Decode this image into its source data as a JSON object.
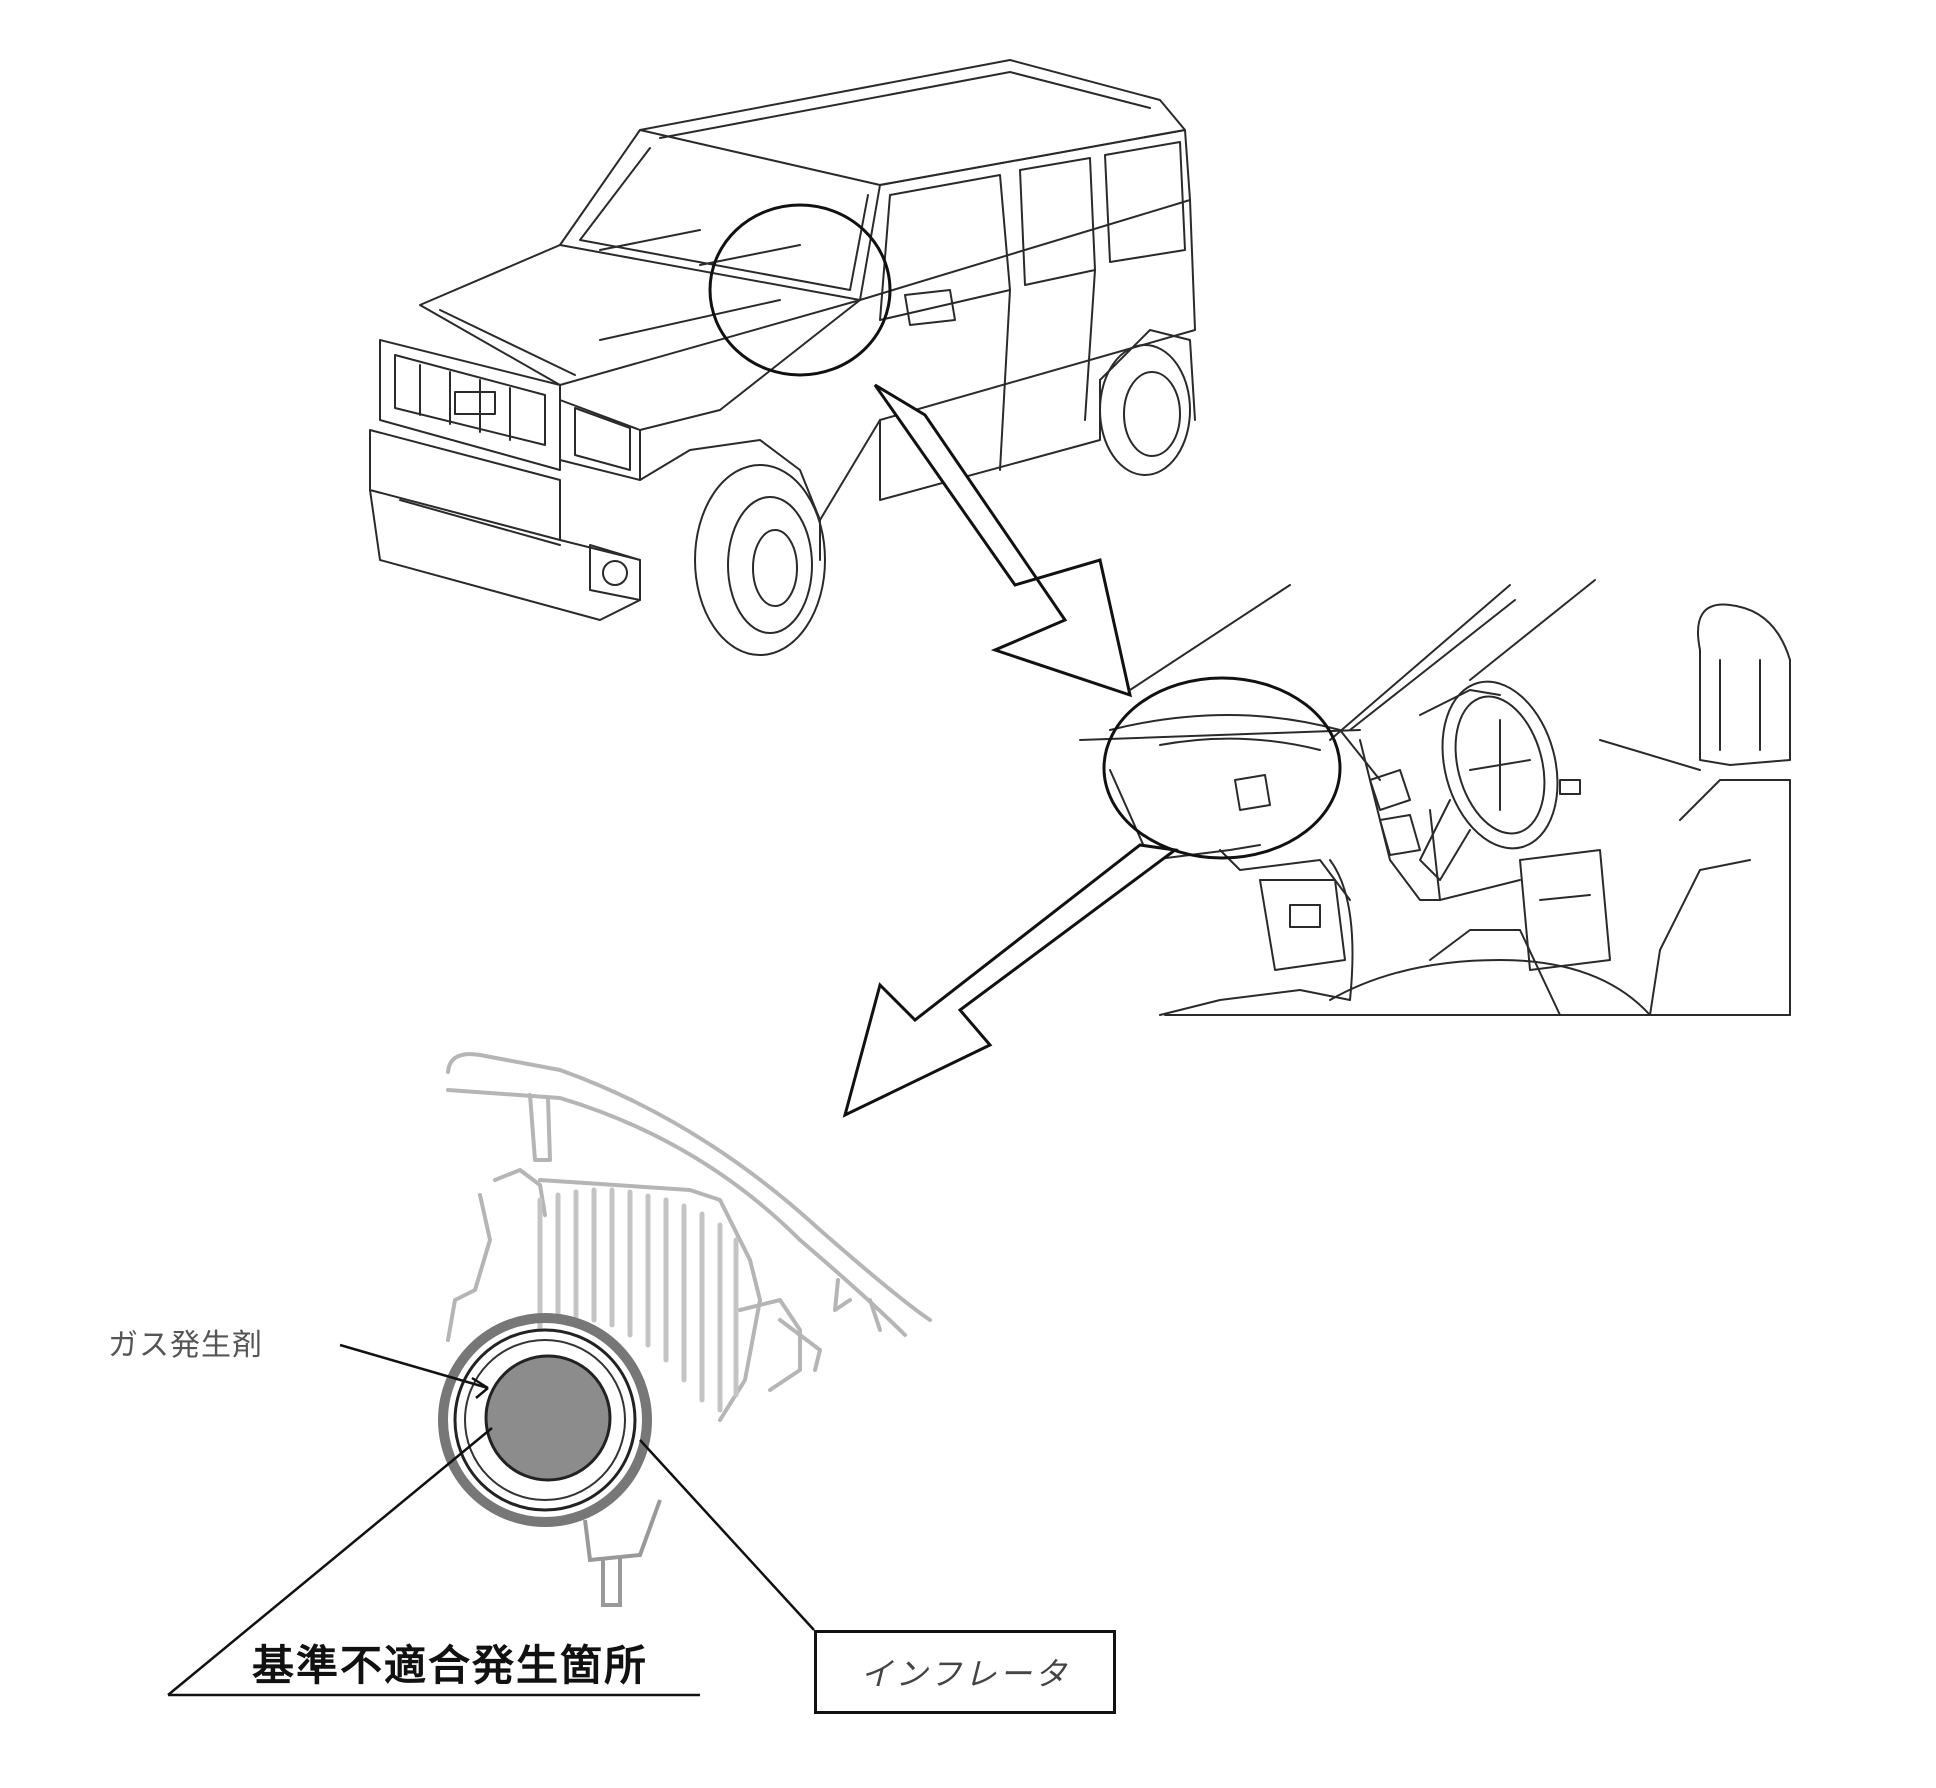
{
  "labels": {
    "gas_generant": "ガス発生剤",
    "nonconformity_location": "基準不適合発生箇所",
    "inflator": "インフレータ"
  },
  "colors": {
    "line": "#1a1a1a",
    "faint_line": "#b8b8b8",
    "gas_fill": "#8c8c8c",
    "background": "#ffffff"
  }
}
